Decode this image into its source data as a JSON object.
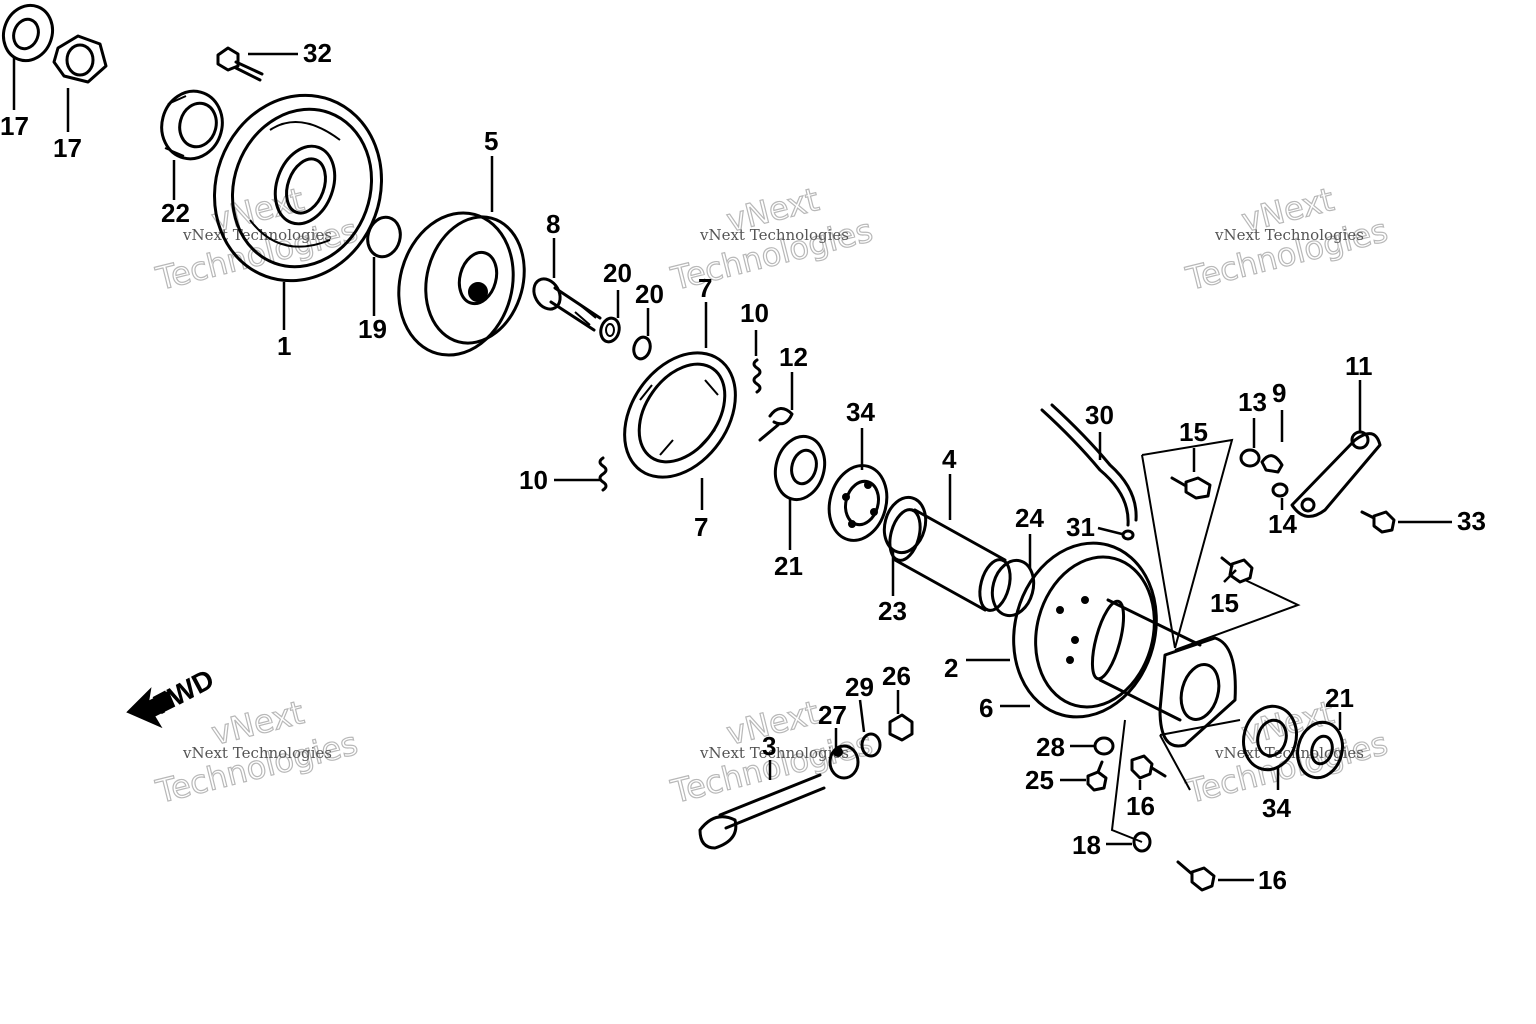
{
  "callouts": [
    {
      "id": "p17a",
      "text": "17"
    },
    {
      "id": "p17b",
      "text": "17"
    },
    {
      "id": "p32",
      "text": "32"
    },
    {
      "id": "p22",
      "text": "22"
    },
    {
      "id": "p1",
      "text": "1"
    },
    {
      "id": "p19",
      "text": "19"
    },
    {
      "id": "p5",
      "text": "5"
    },
    {
      "id": "p8",
      "text": "8"
    },
    {
      "id": "p20a",
      "text": "20"
    },
    {
      "id": "p20b",
      "text": "20"
    },
    {
      "id": "p7a",
      "text": "7"
    },
    {
      "id": "p7b",
      "text": "7"
    },
    {
      "id": "p10a",
      "text": "10"
    },
    {
      "id": "p10b",
      "text": "10"
    },
    {
      "id": "p12",
      "text": "12"
    },
    {
      "id": "p34a",
      "text": "34"
    },
    {
      "id": "p21a",
      "text": "21"
    },
    {
      "id": "p4",
      "text": "4"
    },
    {
      "id": "p30",
      "text": "30"
    },
    {
      "id": "p24",
      "text": "24"
    },
    {
      "id": "p31",
      "text": "31"
    },
    {
      "id": "p23",
      "text": "23"
    },
    {
      "id": "p15a",
      "text": "15"
    },
    {
      "id": "p15b",
      "text": "15"
    },
    {
      "id": "p13",
      "text": "13"
    },
    {
      "id": "p9",
      "text": "9"
    },
    {
      "id": "p14",
      "text": "14"
    },
    {
      "id": "p11",
      "text": "11"
    },
    {
      "id": "p33",
      "text": "33"
    },
    {
      "id": "p2",
      "text": "2"
    },
    {
      "id": "p6",
      "text": "6"
    },
    {
      "id": "p3",
      "text": "3"
    },
    {
      "id": "p27",
      "text": "27"
    },
    {
      "id": "p29",
      "text": "29"
    },
    {
      "id": "p26",
      "text": "26"
    },
    {
      "id": "p28",
      "text": "28"
    },
    {
      "id": "p25",
      "text": "25"
    },
    {
      "id": "p16a",
      "text": "16"
    },
    {
      "id": "p18",
      "text": "18"
    },
    {
      "id": "p16b",
      "text": "16"
    },
    {
      "id": "p21b",
      "text": "21"
    },
    {
      "id": "p34b",
      "text": "34"
    }
  ],
  "direction_label": "FWD",
  "watermark": {
    "line_small": "vNext Technologies",
    "line_large_1": "vNext",
    "line_large_2": "Technologies"
  }
}
